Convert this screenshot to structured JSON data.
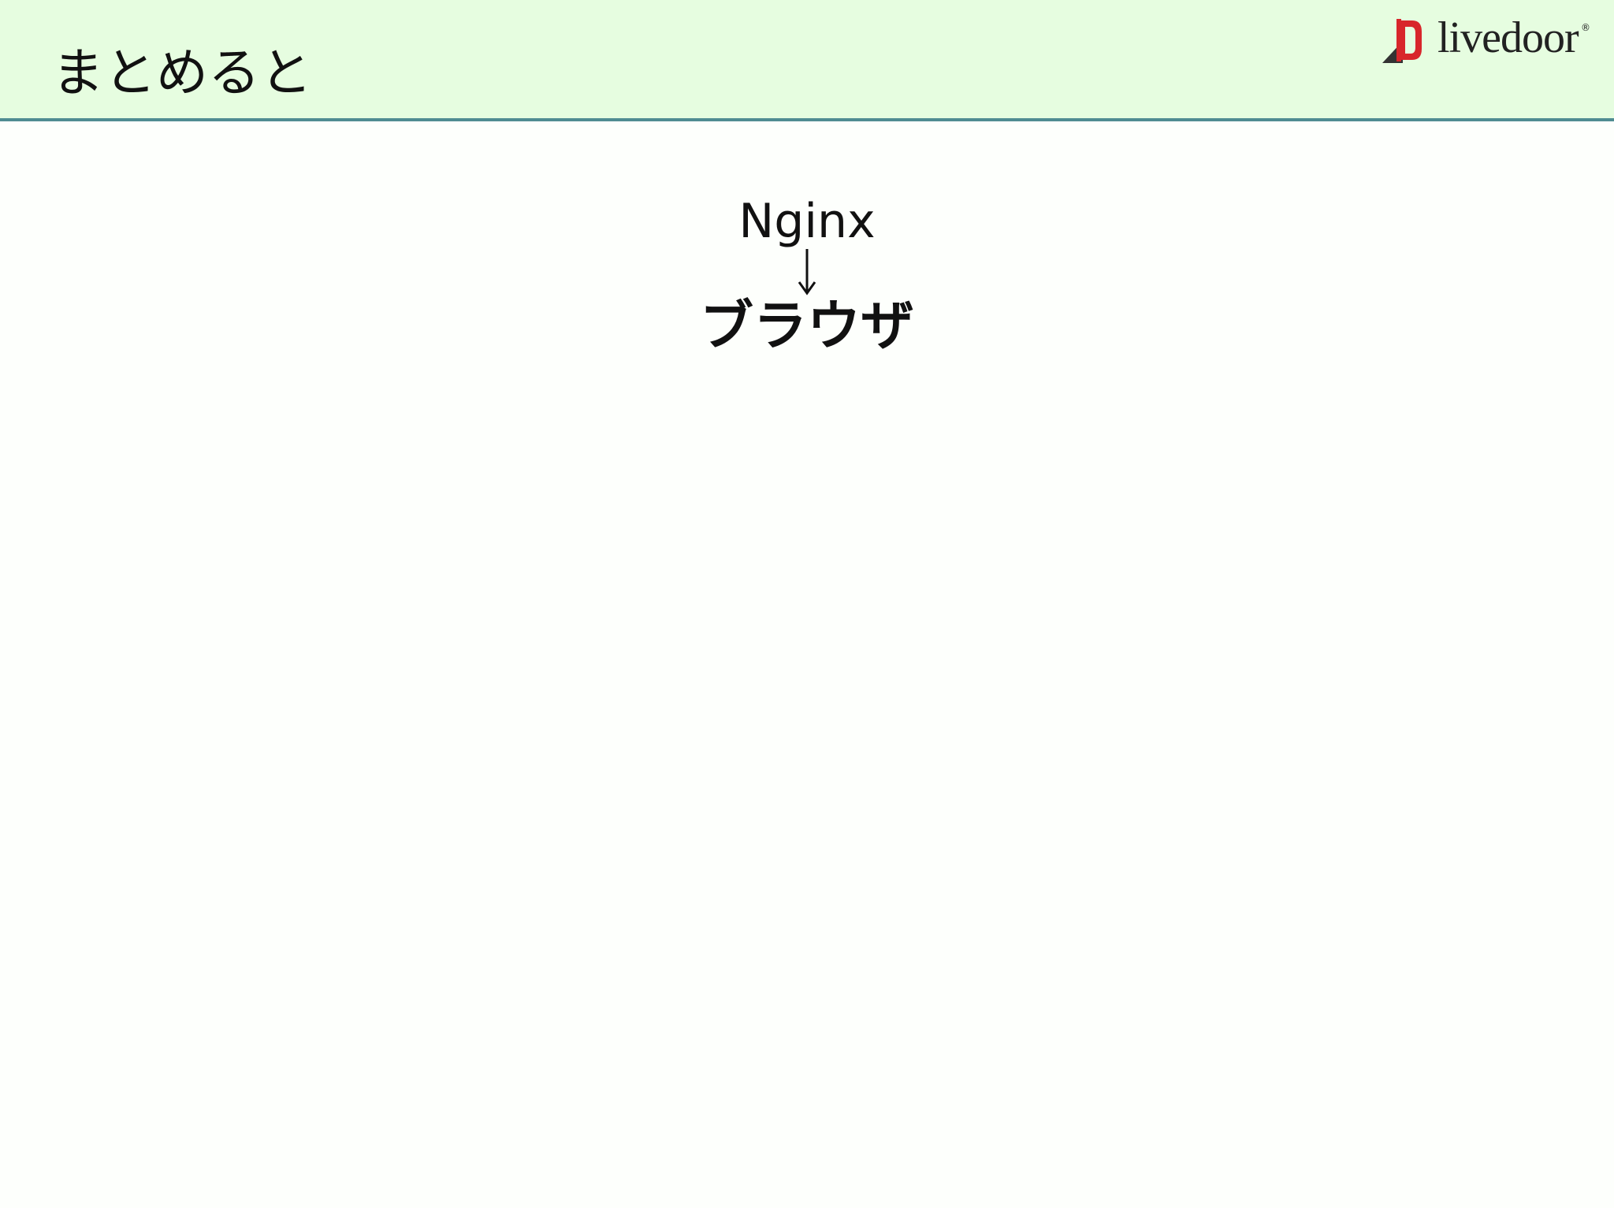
{
  "slide": {
    "title": "まとめると",
    "logo": {
      "text": "livedoor",
      "registered": "®",
      "brand_color": "#d8262b"
    },
    "flow": {
      "from": "Nginx",
      "arrow": "↓",
      "to": "ブラウザ"
    },
    "colors": {
      "header_bg": "#e6fde0",
      "header_rule": "#4f8c92",
      "page_bg": "#fdfffc"
    }
  }
}
